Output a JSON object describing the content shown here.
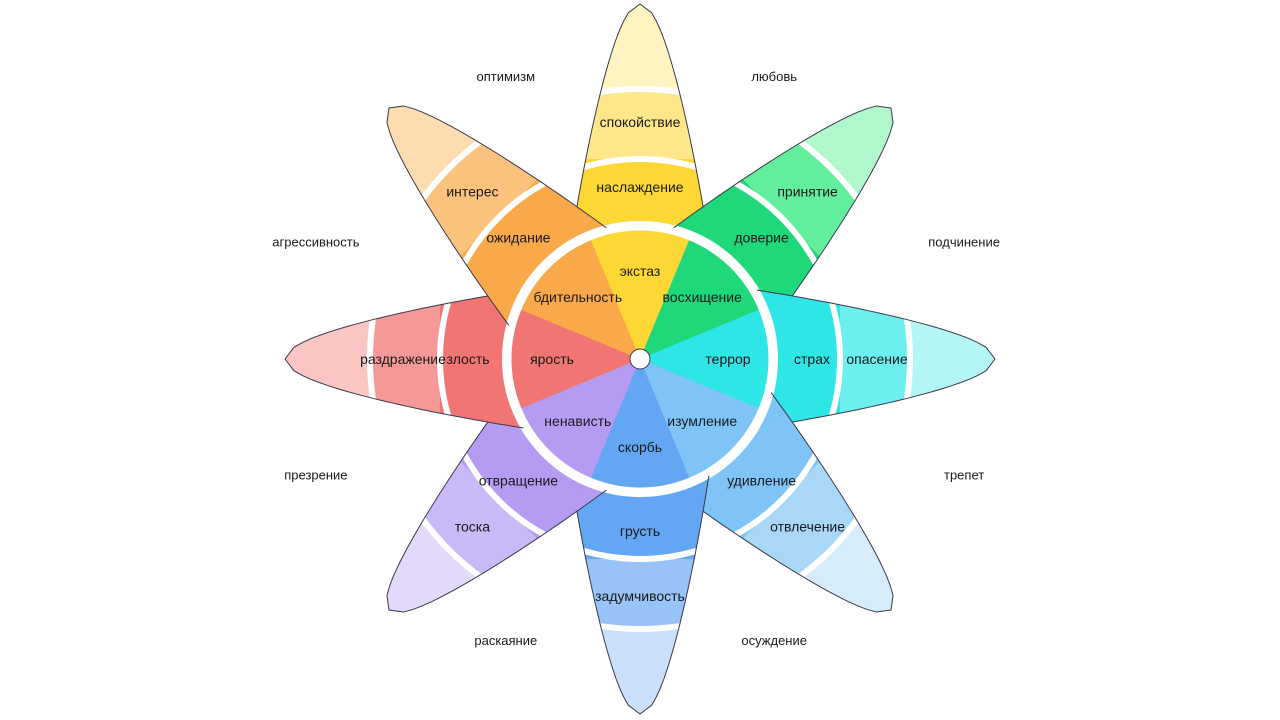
{
  "petals": [
    {
      "key": "joy",
      "colors": [
        "#fdd835",
        "#fee68a",
        "#fff3c2"
      ],
      "labels": [
        "экстаз",
        "наслаждение",
        "спокойствие"
      ]
    },
    {
      "key": "trust",
      "colors": [
        "#1ed87a",
        "#63ee9e",
        "#b0f7cb"
      ],
      "labels": [
        "восхищение",
        "доверие",
        "принятие"
      ]
    },
    {
      "key": "fear",
      "colors": [
        "#2ee6e6",
        "#6defef",
        "#b4f6f6"
      ],
      "labels": [
        "террор",
        "страх",
        "опасение"
      ]
    },
    {
      "key": "surprise",
      "colors": [
        "#7ec4f7",
        "#a8d7f8",
        "#d6ecfb"
      ],
      "labels": [
        "изумление",
        "удивление",
        "отвлечение"
      ]
    },
    {
      "key": "sadness",
      "colors": [
        "#63a7f4",
        "#97c3f8",
        "#c9dffb"
      ],
      "labels": [
        "скорбь",
        "грусть",
        "задумчивость"
      ]
    },
    {
      "key": "disgust",
      "colors": [
        "#b59cf2",
        "#c9b9f6",
        "#e2d9fb"
      ],
      "labels": [
        "ненависть",
        "отвращение",
        "тоска"
      ]
    },
    {
      "key": "anger",
      "colors": [
        "#f07573",
        "#f49998",
        "#f9c6c3"
      ],
      "labels": [
        "ярость",
        "злость",
        "раздражение"
      ]
    },
    {
      "key": "anticipation",
      "colors": [
        "#f9a94a",
        "#fbc27e",
        "#fddcb0"
      ],
      "labels": [
        "бдительность",
        "ожидание",
        "интерес"
      ]
    }
  ],
  "dyads": [
    "любовь",
    "подчинение",
    "трепет",
    "осуждение",
    "раскаяние",
    "презрение",
    "агрессивность",
    "оптимизм"
  ]
}
